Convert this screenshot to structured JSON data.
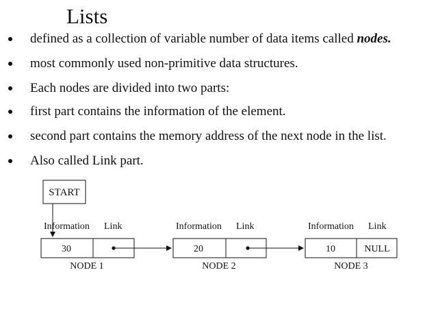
{
  "title": "Lists",
  "bullets": [
    {
      "text": "defined as a collection of variable number of  data items called ",
      "emph": "nodes."
    },
    {
      "text": "most commonly used non-primitive  data structures.",
      "emph": ""
    },
    {
      "text": "Each nodes are divided into two parts:",
      "emph": ""
    },
    {
      "text": " first part contains the information of the  element.",
      "emph": ""
    },
    {
      "text": "second part contains the memory address of  the next node in the list.",
      "emph": ""
    },
    {
      "text": "Also called Link part.",
      "emph": ""
    }
  ],
  "diagram": {
    "start_label": "START",
    "nodes": [
      {
        "info_header": "Information",
        "link_header": "Link",
        "value": "30",
        "link_value": "",
        "name": "NODE 1"
      },
      {
        "info_header": "Information",
        "link_header": "Link",
        "value": "20",
        "link_value": "",
        "name": "NODE 2"
      },
      {
        "info_header": "Information",
        "link_header": "Link",
        "value": "10",
        "link_value": "NULL",
        "name": "NODE 3"
      }
    ]
  }
}
